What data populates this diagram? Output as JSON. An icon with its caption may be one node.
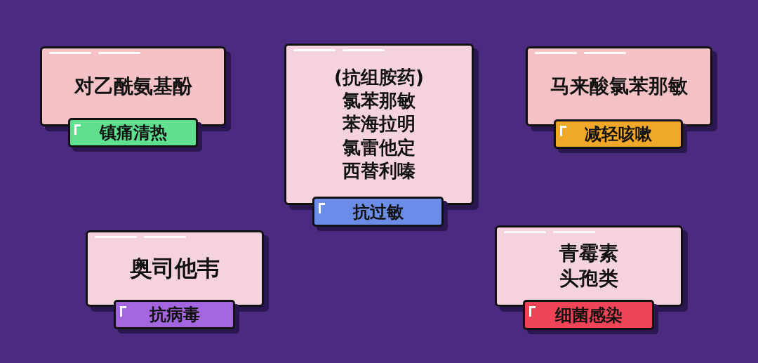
{
  "diagram": {
    "nodes": [
      {
        "text": [
          "对乙酰氨基酚"
        ]
      },
      {
        "text": [
          "镇痛清热"
        ]
      },
      {
        "text": [
          "(抗组胺药)",
          "氯苯那敏",
          "苯海拉明",
          "氯雷他定",
          "西替利嗪"
        ]
      },
      {
        "text": [
          "抗过敏"
        ]
      },
      {
        "text": [
          "马来酸氯苯那敏"
        ]
      },
      {
        "text": [
          "减轻咳嗽"
        ]
      },
      {
        "text": [
          "奥司他韦"
        ]
      },
      {
        "text": [
          "抗病毒"
        ]
      },
      {
        "text": [
          "青霉素",
          "头孢类"
        ]
      },
      {
        "text": [
          "细菌感染"
        ]
      }
    ]
  }
}
